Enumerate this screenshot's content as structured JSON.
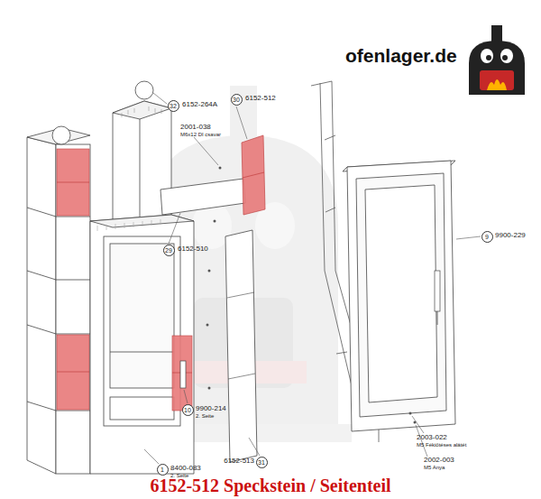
{
  "diagram": {
    "title": "6152-512 Speckstein / Seitenteil",
    "nodes": [
      {
        "text": [
          "30"
        ]
      },
      {
        "text": [
          "32"
        ]
      },
      {
        "text": [
          "29"
        ]
      },
      {
        "text": [
          "9"
        ]
      },
      {
        "text": [
          "10"
        ]
      },
      {
        "text": [
          "31"
        ]
      },
      {
        "text": [
          "1"
        ]
      }
    ],
    "labels": [
      "ofenlager.de",
      "6152-512",
      "6152-264A",
      "2001-038",
      "M6x12 DI csavar",
      "6152-510",
      "9900-229",
      "9900-214",
      "2. Seite",
      "2003-022",
      "M5 Fékiőtéses alátét",
      "6152-513",
      "2002-003",
      "M5 Anya",
      "8400-083",
      "2. Seite"
    ]
  }
}
